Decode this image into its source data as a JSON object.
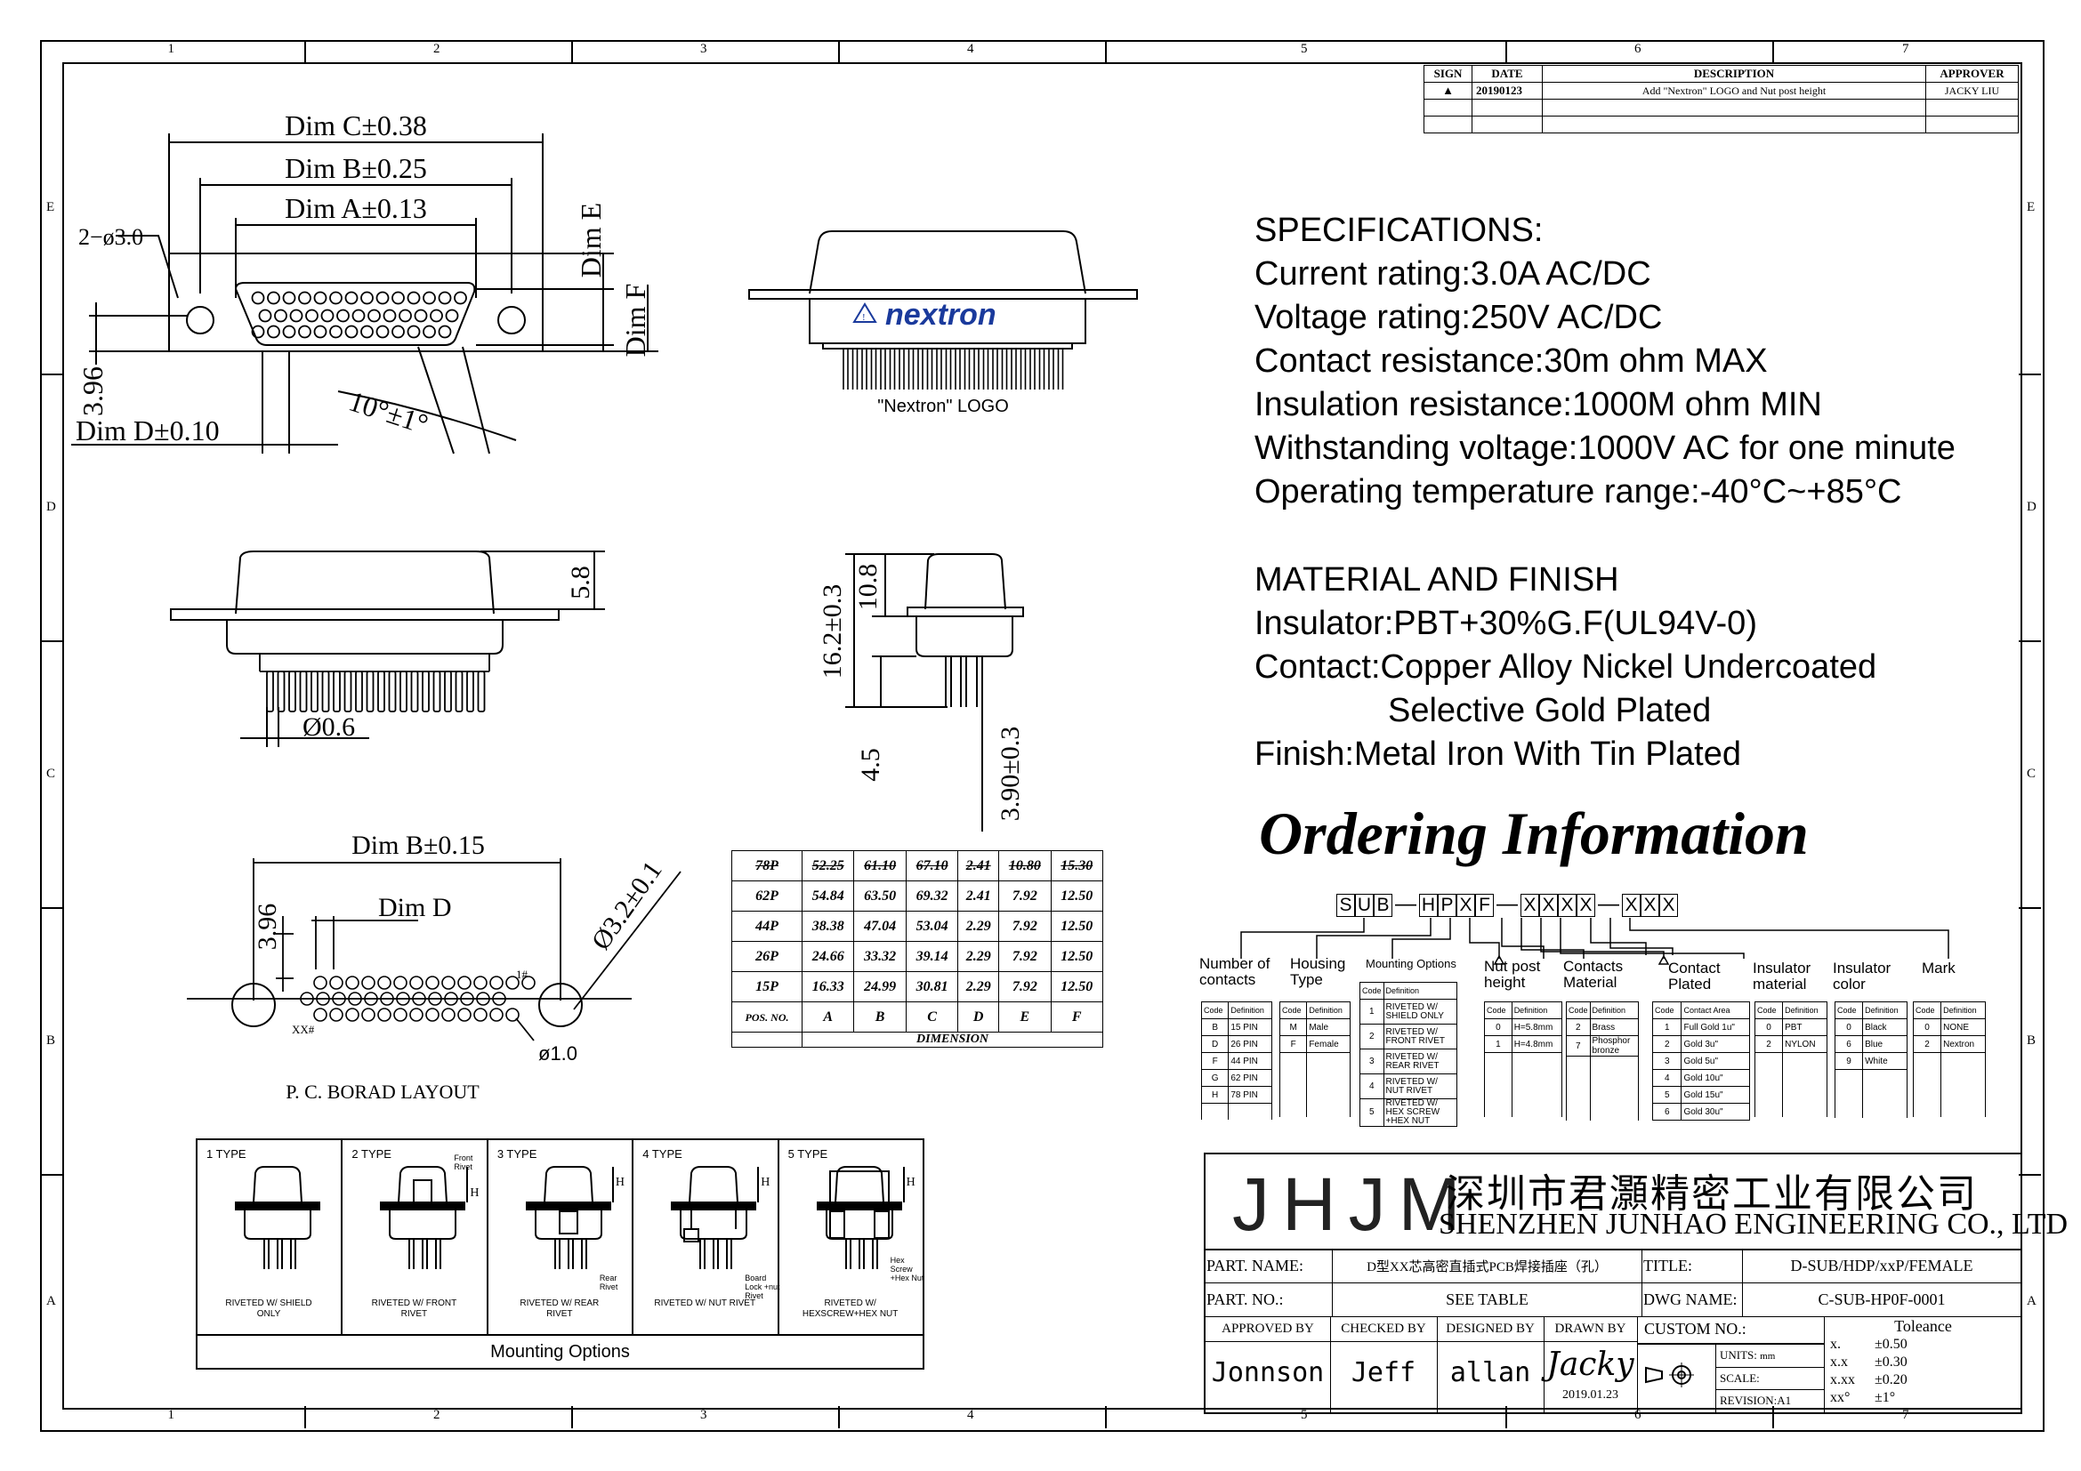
{
  "zones": {
    "cols": [
      "1",
      "2",
      "3",
      "4",
      "5",
      "6",
      "7"
    ],
    "rows": [
      "E",
      "D",
      "C",
      "B",
      "A"
    ]
  },
  "revision": {
    "headers": [
      "SIGN",
      "DATE",
      "DESCRIPTION",
      "APPROVER"
    ],
    "rows": [
      [
        "▲",
        "20190123",
        "Add \"Nextron\" LOGO and Nut post height",
        "JACKY LIU"
      ]
    ]
  },
  "drawing": {
    "dim_c": "Dim C±0.38",
    "dim_b": "Dim B±0.25",
    "dim_a": "Dim A±0.13",
    "hole_note": "2−ø3.0",
    "dim_e": "Dim E",
    "dim_f": "Dim F",
    "d396": "3.96",
    "dim_d": "Dim D±0.10",
    "angle": "10°±1°",
    "logo_brand": "nextron",
    "logo_caption": "\"Nextron\" LOGO",
    "d58": "5.8",
    "d06": "Ø0.6",
    "d162": "16.2±0.3",
    "d108": "10.8",
    "d45": "4.5",
    "d390": "3.90±0.3",
    "pcb_dimb": "Dim B±0.15",
    "pcb_396": "3.96",
    "pcb_dimd": "Dim D",
    "pcb_hole": "Ø3.2±0.1",
    "pin1": "1#",
    "pinxx": "XX#",
    "pcb_pin": "ø1.0",
    "pcb_caption": "P. C. BORAD LAYOUT"
  },
  "dim_table": {
    "rows": [
      [
        "78P",
        "52.25",
        "61.10",
        "67.10",
        "2.41",
        "10.80",
        "15.30"
      ],
      [
        "62P",
        "54.84",
        "63.50",
        "69.32",
        "2.41",
        "7.92",
        "12.50"
      ],
      [
        "44P",
        "38.38",
        "47.04",
        "53.04",
        "2.29",
        "7.92",
        "12.50"
      ],
      [
        "26P",
        "24.66",
        "33.32",
        "39.14",
        "2.29",
        "7.92",
        "12.50"
      ],
      [
        "15P",
        "16.33",
        "24.99",
        "30.81",
        "2.29",
        "7.92",
        "12.50"
      ]
    ],
    "header": [
      "POS. NO.",
      "A",
      "B",
      "C",
      "D",
      "E",
      "F"
    ],
    "footer": "DIMENSION"
  },
  "specs": {
    "title": "SPECIFICATIONS:",
    "lines": [
      "Current rating:3.0A AC/DC",
      "Voltage rating:250V AC/DC",
      "Contact resistance:30m ohm MAX",
      "Insulation resistance:1000M ohm MIN",
      "Withstanding voltage:1000V AC for one minute",
      "Operating temperature range:-40°C~+85°C"
    ],
    "material_title": "MATERIAL AND FINISH",
    "material_lines": [
      "Insulator:PBT+30%G.F(UL94V-0)",
      "Contact:Copper Alloy Nickel Undercoated",
      "Selective Gold Plated",
      "Finish:Metal Iron With Tin Plated"
    ]
  },
  "ordering": {
    "title": "Ordering Information",
    "code_a": [
      "S",
      "U",
      "B"
    ],
    "code_b": [
      "H",
      "P",
      "X",
      "F"
    ],
    "code_c": [
      "X",
      "X",
      "X",
      "X"
    ],
    "code_d": [
      "X",
      "X",
      "X"
    ],
    "dash": "—",
    "labels": {
      "contacts": "Number of contacts",
      "housing": "Housing Type",
      "mounting": "Mounting Options",
      "nutpost": "Nut post height",
      "material": "Contacts Material",
      "plated": "Contact Plated",
      "insmat": "Insulator material",
      "inscolor": "Insulator color",
      "mark": "Mark"
    },
    "tables": {
      "contacts": {
        "h": [
          "Code",
          "Definition"
        ],
        "rows": [
          [
            "B",
            "15 PIN"
          ],
          [
            "D",
            "26 PIN"
          ],
          [
            "F",
            "44 PIN"
          ],
          [
            "G",
            "62 PIN"
          ],
          [
            "H",
            "78 PIN"
          ]
        ]
      },
      "housing": {
        "h": [
          "Code",
          "Definition"
        ],
        "rows": [
          [
            "M",
            "Male"
          ],
          [
            "F",
            "Female"
          ]
        ]
      },
      "mounting": {
        "h": [
          "Code",
          "Definition"
        ],
        "rows": [
          [
            "1",
            "RIVETED W/ SHIELD ONLY"
          ],
          [
            "2",
            "RIVETED W/ FRONT RIVET"
          ],
          [
            "3",
            "RIVETED W/ REAR RIVET"
          ],
          [
            "4",
            "RIVETED W/ NUT RIVET"
          ],
          [
            "5",
            "RIVETED W/ HEX SCREW +HEX NUT"
          ]
        ]
      },
      "nutpost": {
        "h": [
          "Code",
          "Definition"
        ],
        "rows": [
          [
            "0",
            "H=5.8mm"
          ],
          [
            "1",
            "H=4.8mm"
          ]
        ]
      },
      "material": {
        "h": [
          "Code",
          "Definition"
        ],
        "rows": [
          [
            "2",
            "Brass"
          ],
          [
            "7",
            "Phosphor bronze"
          ]
        ]
      },
      "plated": {
        "h": [
          "Code",
          "Contact Area"
        ],
        "rows": [
          [
            "1",
            "Full Gold 1u\""
          ],
          [
            "2",
            "Gold 3u\""
          ],
          [
            "3",
            "Gold 5u\""
          ],
          [
            "4",
            "Gold 10u\""
          ],
          [
            "5",
            "Gold 15u\""
          ],
          [
            "6",
            "Gold 30u\""
          ]
        ]
      },
      "insmat": {
        "h": [
          "Code",
          "Definition"
        ],
        "rows": [
          [
            "0",
            "PBT"
          ],
          [
            "2",
            "NYLON"
          ]
        ]
      },
      "inscolor": {
        "h": [
          "Code",
          "Definition"
        ],
        "rows": [
          [
            "0",
            "Black"
          ],
          [
            "6",
            "Blue"
          ],
          [
            "9",
            "White"
          ]
        ]
      },
      "mark": {
        "h": [
          "Code",
          "Definition"
        ],
        "rows": [
          [
            "0",
            "NONE"
          ],
          [
            "2",
            "Nextron"
          ]
        ]
      }
    }
  },
  "mounting_options": {
    "types": [
      {
        "type": "1 TYPE",
        "caption": "RIVETED W/ SHIELD ONLY",
        "callout": ""
      },
      {
        "type": "2 TYPE",
        "caption": "RIVETED W/ FRONT RIVET",
        "callout": "Front Rivet"
      },
      {
        "type": "3 TYPE",
        "caption": "RIVETED W/ REAR RIVET",
        "callout": "Rear Rivet"
      },
      {
        "type": "4 TYPE",
        "caption": "RIVETED W/ NUT RIVET",
        "callout": "Board Lock +nut Rivet"
      },
      {
        "type": "5 TYPE",
        "caption": "RIVETED W/ HEXSCREW+HEX NUT",
        "callout": "Hex Screw +Hex Nut"
      }
    ],
    "h_label": "H",
    "footer": "Mounting Options"
  },
  "title_block": {
    "logo": "JHJM",
    "company_cn": "深圳市君灝精密工业有限公司",
    "company_en": "SHENZHEN JUNHAO ENGINEERING CO., LTD",
    "part_name_label": "PART. NAME:",
    "part_name": "D型XX芯高密直插式PCB焊接插座（孔）",
    "title_label": "TITLE:",
    "title": "D-SUB/HDP/xxP/FEMALE",
    "part_no_label": "PART. NO.:",
    "part_no": "SEE TABLE",
    "dwg_label": "DWG NAME:",
    "dwg": "C-SUB-HP0F-0001",
    "approved_label": "APPROVED BY",
    "approved": "Jonnson",
    "checked_label": "CHECKED BY",
    "checked": "Jeff",
    "designed_label": "DESIGNED BY",
    "designed": "allan",
    "drawn_label": "DRAWN BY",
    "drawn": "Jacky",
    "drawn_date": "2019.01.23",
    "custom_label": "CUSTOM NO.:",
    "units_label": "UNITS:",
    "units": "mm",
    "scale_label": "SCALE:",
    "revision_label": "REVISION:A1",
    "tol_title": "Toleance",
    "tol": [
      [
        "x.",
        "±0.50"
      ],
      [
        "x.x",
        "±0.30"
      ],
      [
        "x.xx",
        "±0.20"
      ],
      [
        "xx°",
        "±1°"
      ]
    ]
  }
}
